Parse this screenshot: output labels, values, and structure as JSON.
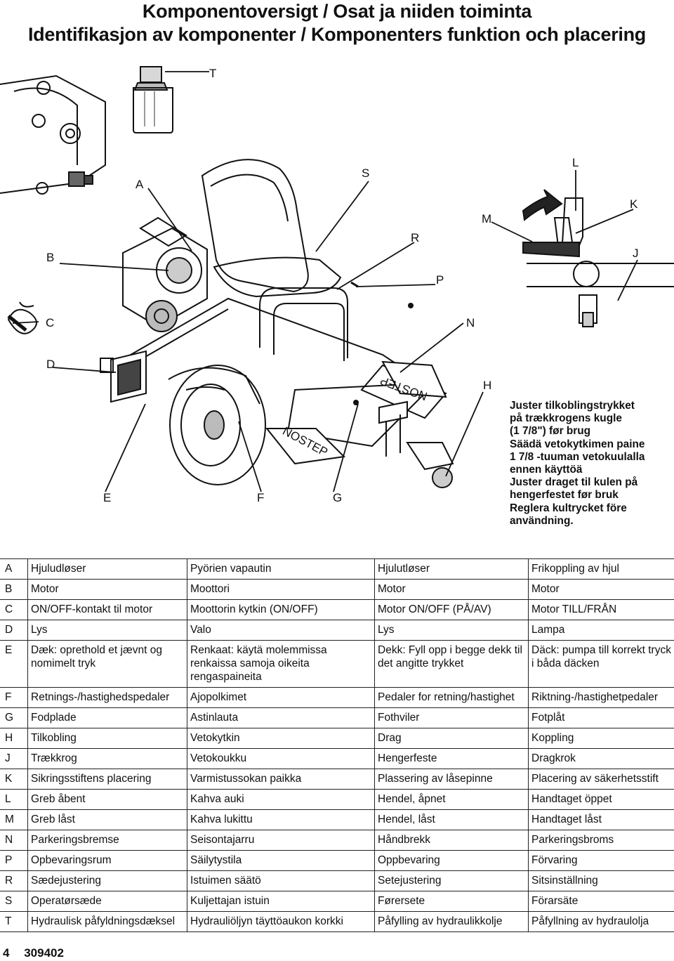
{
  "header": {
    "title_line1": "Komponentoversigt / Osat ja niiden toiminta",
    "title_line2": "Identifikasjon av komponenter / Komponenters funktion och placering"
  },
  "figure": {
    "callouts": [
      "T",
      "A",
      "S",
      "L",
      "K",
      "M",
      "R",
      "B",
      "J",
      "P",
      "C",
      "N",
      "D",
      "H",
      "E",
      "F",
      "G"
    ],
    "pedal_text_1": "NOSTEP",
    "pedal_text_2": "NOSTEP"
  },
  "note": {
    "lines": [
      "Juster tilkoblingstrykket",
      "på trækkrogens kugle",
      "(1 7/8\") før brug",
      "Säädä vetokytkimen paine",
      "1 7/8 -tuuman vetokuulalla",
      "ennen käyttöä",
      "Juster draget til kulen på",
      "hengerfestet før bruk",
      "Reglera kultrycket före",
      "användning."
    ]
  },
  "table": {
    "rows": [
      {
        "key": "A",
        "da": "Hjuludløser",
        "fi": "Pyörien vapautin",
        "no": "Hjulutløser",
        "sv": "Frikoppling av hjul"
      },
      {
        "key": "B",
        "da": "Motor",
        "fi": "Moottori",
        "no": "Motor",
        "sv": "Motor"
      },
      {
        "key": "C",
        "da": "ON/OFF-kontakt til motor",
        "fi": "Moottorin kytkin (ON/OFF)",
        "no": "Motor ON/OFF (PÅ/AV)",
        "sv": "Motor TILL/FRÅN"
      },
      {
        "key": "D",
        "da": "Lys",
        "fi": "Valo",
        "no": "Lys",
        "sv": "Lampa"
      },
      {
        "key": "E",
        "da": "Dæk: oprethold et jævnt og nomimelt tryk",
        "fi": "Renkaat: käytä molemmissa renkaissa samoja oikeita rengaspaineita",
        "no": "Dekk: Fyll opp i begge dekk til det angitte trykket",
        "sv": "Däck: pumpa till korrekt tryck i båda däcken"
      },
      {
        "key": "F",
        "da": "Retnings-/hastighedspedaler",
        "fi": "Ajopolkimet",
        "no": "Pedaler for retning/hastighet",
        "sv": "Riktning-/hastighetpedaler"
      },
      {
        "key": "G",
        "da": "Fodplade",
        "fi": "Astinlauta",
        "no": "Fothviler",
        "sv": "Fotplåt"
      },
      {
        "key": "H",
        "da": "Tilkobling",
        "fi": "Vetokytkin",
        "no": "Drag",
        "sv": "Koppling"
      },
      {
        "key": "J",
        "da": "Trækkrog",
        "fi": "Vetokoukku",
        "no": "Hengerfeste",
        "sv": "Dragkrok"
      },
      {
        "key": "K",
        "da": "Sikringsstiftens placering",
        "fi": "Varmistussokan paikka",
        "no": "Plassering av låsepinne",
        "sv": "Placering av säkerhetsstift"
      },
      {
        "key": "L",
        "da": "Greb åbent",
        "fi": "Kahva auki",
        "no": "Hendel, åpnet",
        "sv": "Handtaget öppet"
      },
      {
        "key": "M",
        "da": "Greb låst",
        "fi": "Kahva lukittu",
        "no": "Hendel, låst",
        "sv": "Handtaget låst"
      },
      {
        "key": "N",
        "da": "Parkeringsbremse",
        "fi": "Seisontajarru",
        "no": "Håndbrekk",
        "sv": "Parkeringsbroms"
      },
      {
        "key": "P",
        "da": "Opbevaringsrum",
        "fi": "Säilytystila",
        "no": "Oppbevaring",
        "sv": "Förvaring"
      },
      {
        "key": "R",
        "da": "Sædejustering",
        "fi": "Istuimen säätö",
        "no": "Setejustering",
        "sv": "Sitsinställning"
      },
      {
        "key": "S",
        "da": "Operatørsæde",
        "fi": "Kuljettajan istuin",
        "no": "Førersete",
        "sv": "Förarsäte"
      },
      {
        "key": "T",
        "da": "Hydraulisk påfyldningsdæksel",
        "fi": "Hydrauliöljyn täyttöaukon korkki",
        "no": "Påfylling av hydraulikkolje",
        "sv": "Påfyllning av hydraulolja"
      }
    ]
  },
  "footer": {
    "page_number": "4",
    "doc_number": "309402"
  }
}
